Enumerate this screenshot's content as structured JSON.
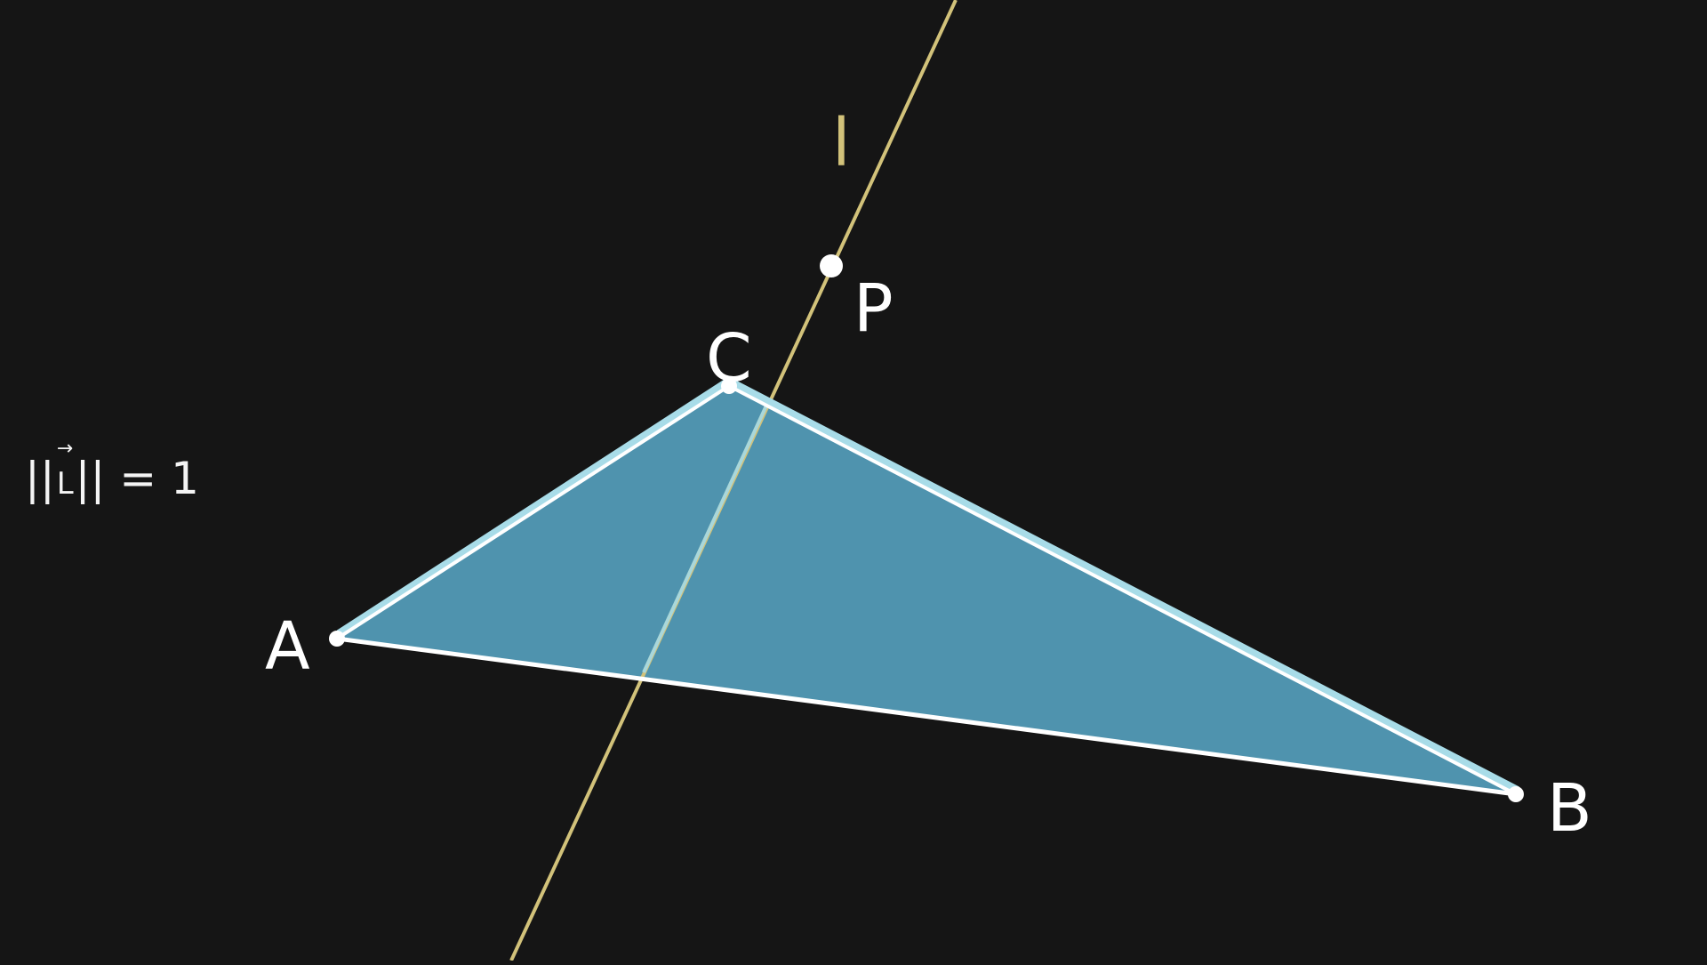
{
  "colors": {
    "background": "#151515",
    "triangle_fill": "#4f93ae",
    "triangle_edge_highlight": "#a8dce8",
    "edge": "#ffffff",
    "line_l": "#d2c27a",
    "point": "#ffffff",
    "label": "#ffffff"
  },
  "points": {
    "A": {
      "label": "A"
    },
    "B": {
      "label": "B"
    },
    "C": {
      "label": "C"
    },
    "P": {
      "label": "P"
    }
  },
  "line": {
    "label": "l"
  },
  "formula": {
    "bars_left": "||",
    "vector_symbol": "L",
    "vector_arrow": "→",
    "bars_right": "||",
    "equals": "=",
    "value": "1"
  }
}
